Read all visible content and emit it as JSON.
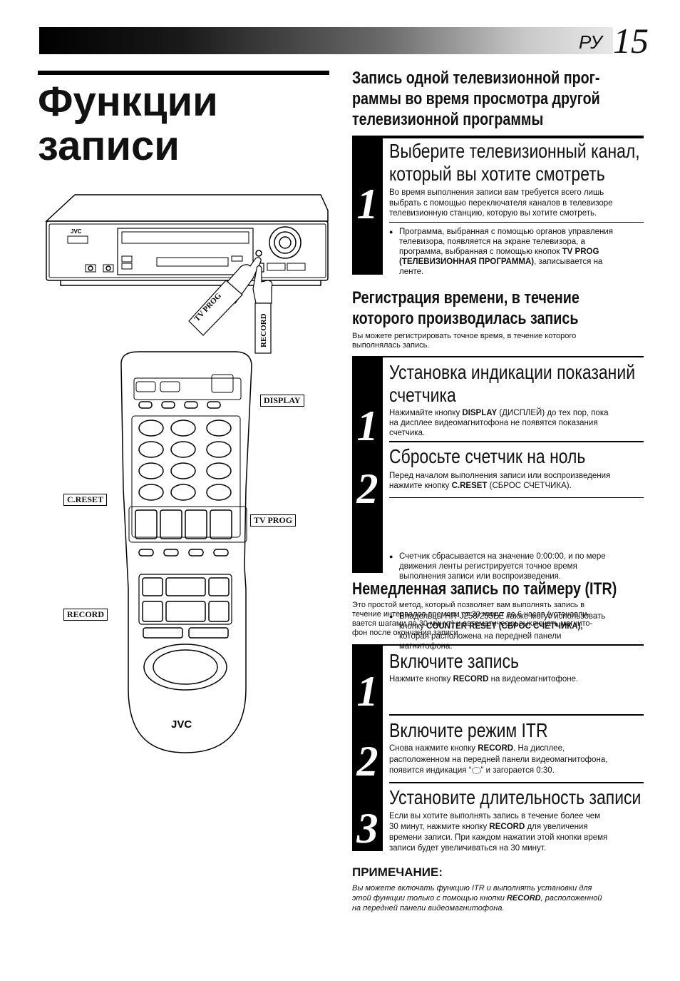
{
  "header": {
    "lang": "РУ",
    "page_number": "15"
  },
  "page_title": [
    "Функции",
    "записи"
  ],
  "sec1": {
    "heading": [
      "Запись одной телевизионной прог-",
      "раммы во время просмотра другой",
      "телевизионной программы"
    ],
    "step1": {
      "num": "1",
      "title": [
        "Выберите телевизионный канал,",
        "который вы хотите смотреть"
      ],
      "text": [
        "Во время выполнения записи вам требуется всего лишь",
        "выбрать с помощью переключателя каналов в телевизоре",
        "телевизионную станцию, которую вы хотите смотреть."
      ],
      "note": [
        "Программа, выбранная с помощью органов управления",
        "телевизора, появляется на экране телевизора, а",
        "программа, выбранная с помощью кнопок ",
        "TV PROG",
        "(ТЕЛЕВИЗИОННАЯ ПРОГРАММА)",
        ", записывается на",
        "ленте."
      ]
    }
  },
  "sec2": {
    "heading": [
      "Регистрация времени, в течение",
      "которого производилась запись"
    ],
    "intro": [
      "Вы можете регистрировать точное время, в течение которого",
      "выполнялась запись."
    ],
    "step1": {
      "num": "1",
      "title": [
        "Установка индикации показаний",
        "счетчика"
      ],
      "text_a": "Нажимайте кнопку ",
      "text_b": "DISPLAY",
      "text_c": " (ДИСПЛЕЙ) до тех пор, пока",
      "text_2": "на дисплее видеомагнитофона не появятся показания",
      "text_3": "счетчика."
    },
    "step2": {
      "num": "2",
      "title": "Сбросьте счетчик на ноль",
      "text_1": "Перед началом выполнения записи или воспроизведения",
      "text_a": "нажмите кнопку ",
      "text_b": "C.RESET",
      "text_c": " (СБРОС СЧЕТЧИКА)."
    },
    "notes": {
      "n1": [
        "Счетчик сбрасывается на значение 0:00:00, и по мере",
        "движения ленты регистрируется точное время",
        "выполнения записи или воспроизведения."
      ],
      "n2_1": "Владельцы HR-J258/255EE также могут использовать",
      "n2_a": "кнопку ",
      "n2_b": "COUNTER RESET (СБРОС СЧЕТЧИКА),",
      "n2_3": "которая расположена на передней панели",
      "n2_4": "магнитофона."
    }
  },
  "sec3": {
    "heading": "Немедленная запись по таймеру (ITR)",
    "intro": [
      "Это простой метод, который позволяет вам выполнять запись в",
      "течение интервалов времени от 30 минут до 6 часов (устанавли-",
      "вается шагами по 30 минут) и автоматически выключать магнито-",
      "фон после окончания записи."
    ],
    "step1": {
      "num": "1",
      "title": "Включите запись",
      "text_a": "Нажмите кнопку ",
      "text_b": "RECORD",
      "text_c": " на видеомагнитофоне."
    },
    "step2": {
      "num": "2",
      "title": "Включите режим ITR",
      "text_a": "Снова нажмите кнопку ",
      "text_b": "RECORD",
      "text_c": ". На дисплее,",
      "text_2": "расположенном на передней панели видеомагнитофона,",
      "text_3a": "появится индикация “",
      "text_3b": "” и загорается 0:30."
    },
    "step3": {
      "num": "3",
      "title": "Установите длительность записи",
      "text_1": "Если вы хотите выполнять запись в течение более чем",
      "text_2a": "30 минут, нажмите кнопку ",
      "text_2b": "RECORD",
      "text_2c": " для увеличения",
      "text_3": "времени записи. При каждом нажатии этой кнопки время",
      "text_4": "записи будет увеличиваться на 30 минут."
    }
  },
  "note": {
    "heading": "ПРИМЕЧАНИЕ:",
    "line1": "Вы можете включать функцию ITR и выполнять установки для",
    "line2a": "этой функции только с помощью кнопки ",
    "line2b": "RECORD",
    "line2c": ", расположенной",
    "line3": "на передней панели видеомагнитофона."
  },
  "figure": {
    "vcr_brand": "JVC",
    "remote_brand": "JVC",
    "callouts": {
      "tv_prog_vcr": "TV PROG",
      "record_vcr": "RECORD",
      "display": "DISPLAY",
      "c_reset": "C.RESET",
      "tv_prog_remote": "TV PROG",
      "record_remote": "RECORD"
    }
  }
}
